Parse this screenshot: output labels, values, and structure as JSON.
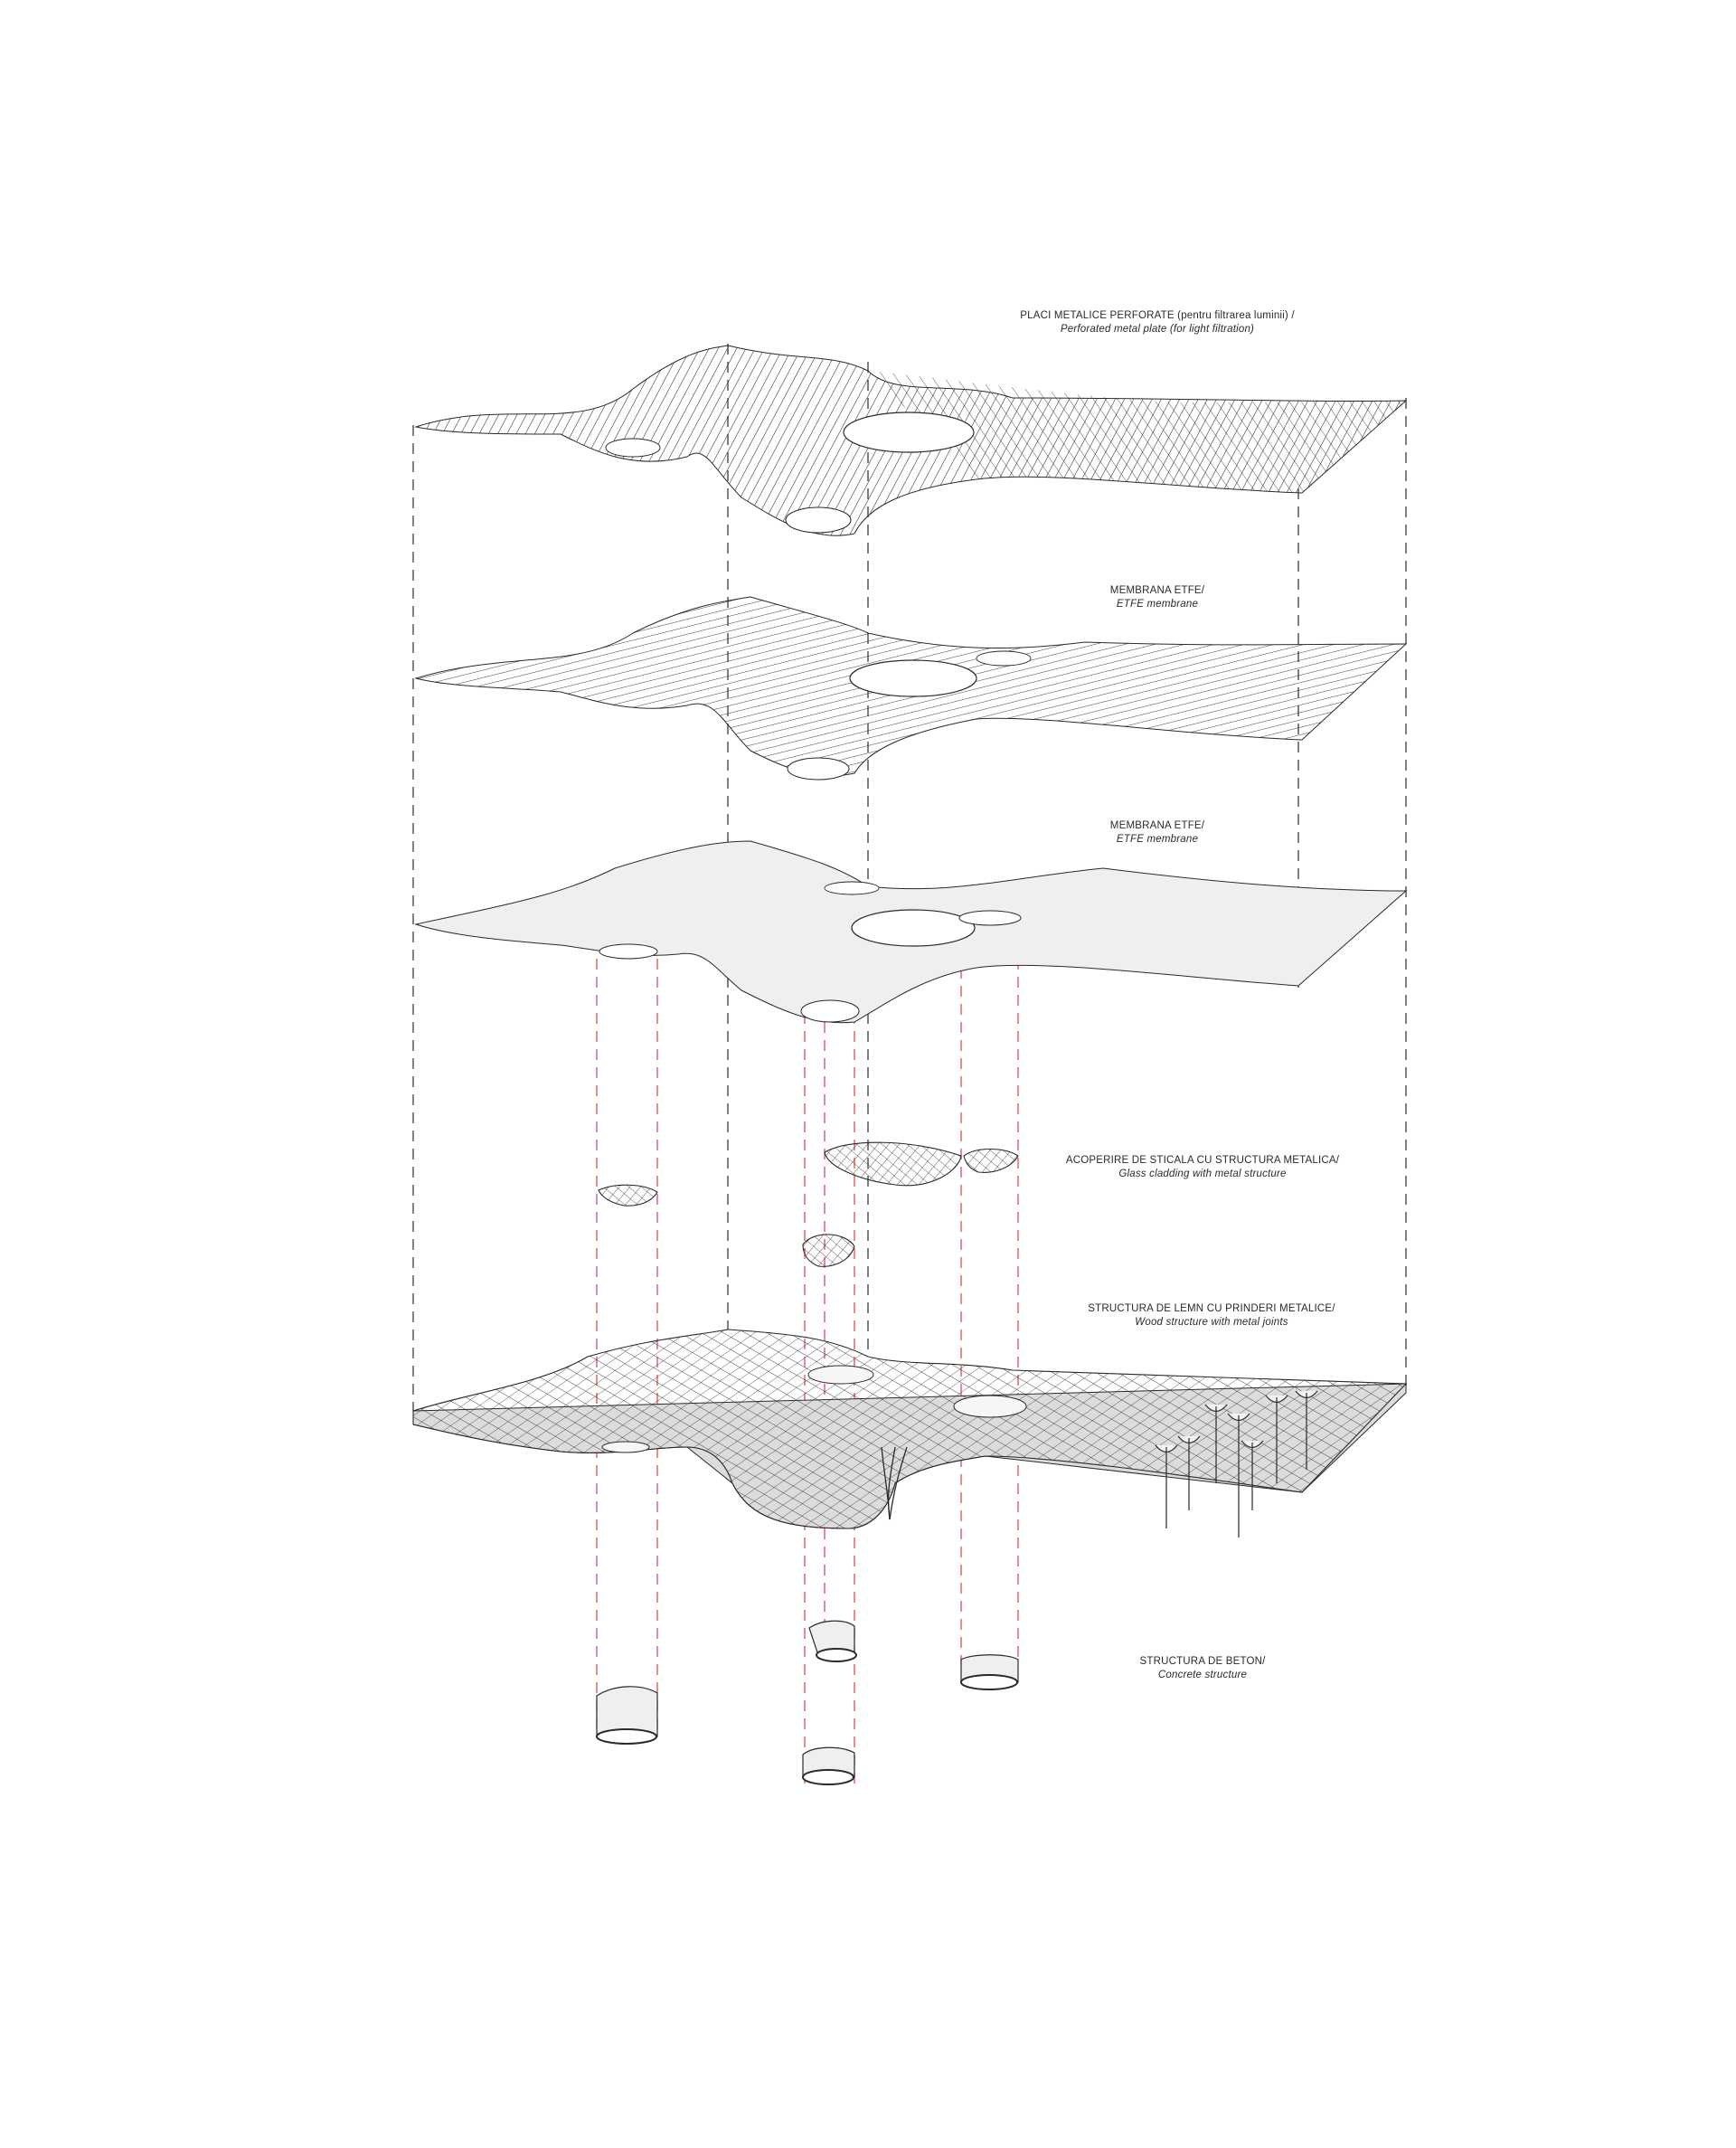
{
  "layers": [
    {
      "id": "perforated",
      "ro": "PLACI METALICE PERFORATE  (pentru filtrarea luminii) /",
      "en": "Perforated metal plate (for light filtration)"
    },
    {
      "id": "etfe-lines",
      "ro": "MEMBRANA  ETFE/",
      "en": "ETFE membrane"
    },
    {
      "id": "etfe-surface",
      "ro": "MEMBRANA  ETFE/",
      "en": "ETFE membrane"
    },
    {
      "id": "glass",
      "ro": "ACOPERIRE DE STICALA CU STRUCTURA METALICA/",
      "en": "Glass cladding with metal structure"
    },
    {
      "id": "wood",
      "ro": "STRUCTURA DE LEMN CU PRINDERI METALICE/",
      "en": "Wood structure with metal joints"
    },
    {
      "id": "concrete",
      "ro": "STRUCTURA DE BETON/",
      "en": "Concrete structure"
    }
  ],
  "colors": {
    "ink": "#2a2a2a",
    "guide": "#e05a5a",
    "surface": "#efefef",
    "dash": "#555555"
  }
}
